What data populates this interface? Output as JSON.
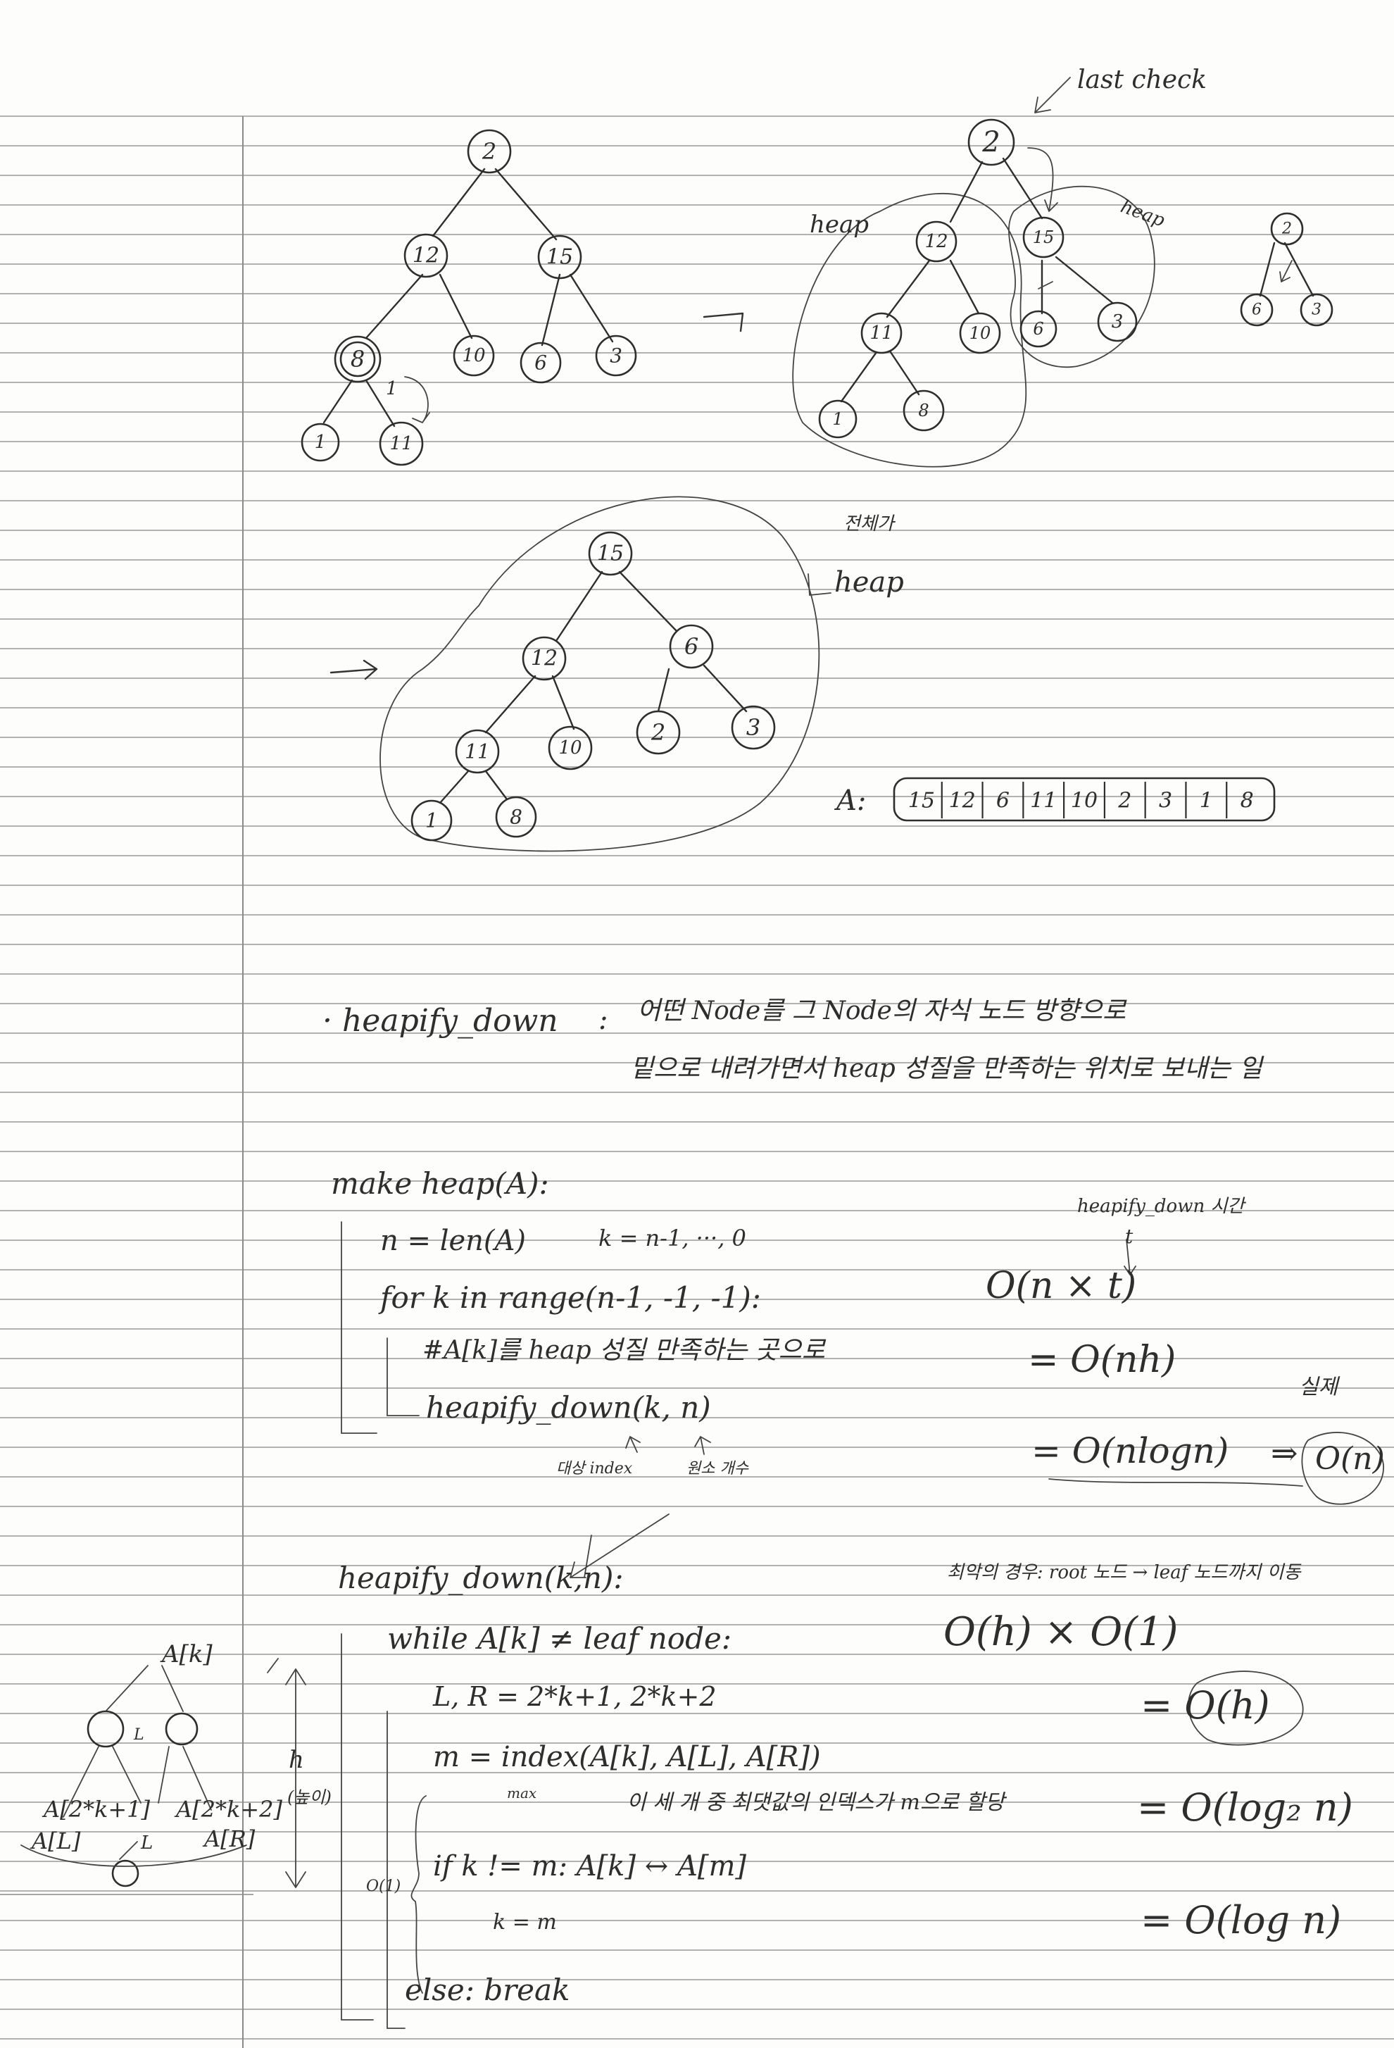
{
  "trees": {
    "t1": {
      "nodes": [
        {
          "label": "2"
        },
        {
          "label": "12"
        },
        {
          "label": "15"
        },
        {
          "label": "8"
        },
        {
          "label": "10"
        },
        {
          "label": "6"
        },
        {
          "label": "3"
        },
        {
          "label": "1"
        },
        {
          "label": "11"
        }
      ],
      "swap_mark": "1"
    },
    "t2": {
      "top_note": "last check",
      "heap_left": "heap",
      "heap_right": "heap",
      "nodes": [
        {
          "label": "2"
        },
        {
          "label": "12"
        },
        {
          "label": "15"
        },
        {
          "label": "11"
        },
        {
          "label": "10"
        },
        {
          "label": "6"
        },
        {
          "label": "3"
        },
        {
          "label": "1"
        },
        {
          "label": "8"
        }
      ]
    },
    "t3": {
      "nodes": [
        {
          "label": "2"
        },
        {
          "label": "6"
        },
        {
          "label": "3"
        }
      ]
    },
    "t4": {
      "note_korean": "전체가",
      "note_heap": "heap",
      "nodes": [
        {
          "label": "15"
        },
        {
          "label": "12"
        },
        {
          "label": "6"
        },
        {
          "label": "11"
        },
        {
          "label": "10"
        },
        {
          "label": "2"
        },
        {
          "label": "3"
        },
        {
          "label": "1"
        },
        {
          "label": "8"
        }
      ]
    }
  },
  "array": {
    "label": "A:",
    "cells": [
      "15",
      "12",
      "6",
      "11",
      "10",
      "2",
      "3",
      "1",
      "8"
    ]
  },
  "definition": {
    "term": "· heapify_down",
    "colon": ":",
    "line1": "어떤 Node를 그 Node의 자식 노드 방향으로",
    "line2": "밑으로 내려가면서 heap 성질을 만족하는 위치로 보내는 일"
  },
  "make_heap": {
    "header": "make heap(A):",
    "line1": "n = len(A)",
    "range_note": "k = n-1, ···, 0",
    "line2": "for k in range(n-1, -1, -1):",
    "line3": "#A[k]를 heap 성질 만족하는 곳으로",
    "line4": "heapify_down(k, n)",
    "arg_note1": "대상 index",
    "arg_note2": "원소 개수",
    "cost_note": "heapify_down 시간",
    "cost_t": "t",
    "cost1": "O(n × t)",
    "cost2": "= O(nh)",
    "cost3": "= O(nlogn)",
    "cost_arrow": "⇒",
    "cost_real_label": "실제",
    "cost_real": "O(n)"
  },
  "heapify_down": {
    "header": "heapify_down(k,n):",
    "worst_note": "최악의 경우: root 노드 → leaf 노드까지 이동",
    "line1": "while A[k] ≠ leaf node:",
    "line2": "L, R = 2*k+1, 2*k+2",
    "line3": "m = index(A[k], A[L], A[R])",
    "max_sub": "max",
    "line3_note": "이 세 개 중 최댓값의 인덱스가 m으로 할당",
    "line4": "if k != m:   A[k] ↔ A[m]",
    "line5": "k = m",
    "line6": "else: break",
    "o1_label": "O(1)",
    "cost1": "O(h) × O(1)",
    "cost2": "= O(h)",
    "cost3": "= O(log₂ n)",
    "cost4": "= O(log n)"
  },
  "side_diagram": {
    "top": "A[k]",
    "mid": "L",
    "left_label": "A[2*k+1]",
    "right_label": "A[2*k+2]",
    "a_l": "A[L]",
    "a_r": "A[R]",
    "small_l": "L",
    "height": "h",
    "height_note": "(높이)"
  }
}
